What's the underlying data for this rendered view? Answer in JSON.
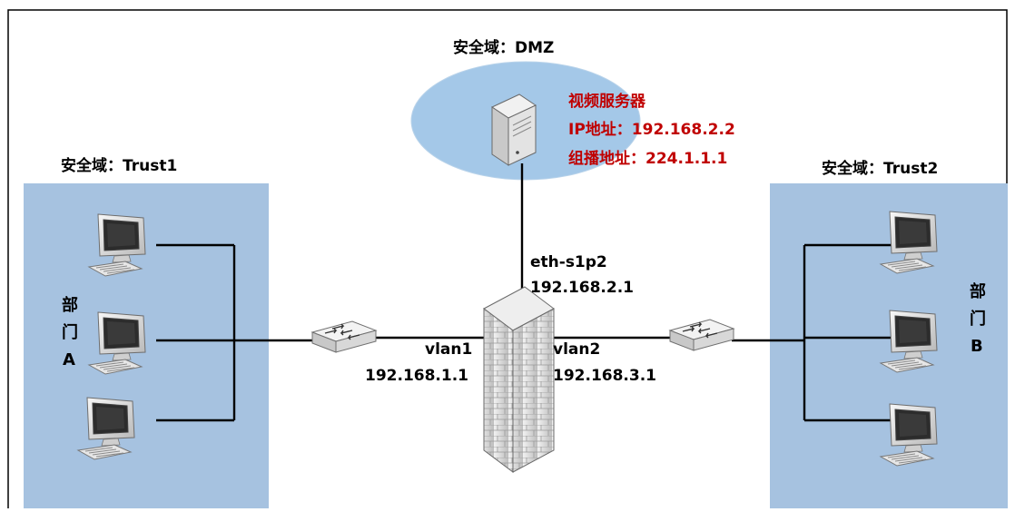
{
  "zones": {
    "dmz": "安全域：DMZ",
    "trust1": "安全域：Trust1",
    "trust2": "安全域：Trust2"
  },
  "server": {
    "name": "视频服务器",
    "ip": "IP地址：192.168.2.2",
    "multicast": "组播地址：224.1.1.1"
  },
  "firewall": {
    "dmz_port": "eth-s1p2",
    "dmz_ip": "192.168.2.1",
    "left_port": "vlan1",
    "left_ip": "192.168.1.1",
    "right_port": "vlan2",
    "right_ip": "192.168.3.1"
  },
  "departments": {
    "a_char1": "部",
    "a_char2": "门",
    "a_char3": "A",
    "b_char1": "部",
    "b_char2": "门",
    "b_char3": "B"
  },
  "colors": {
    "zone_fill": "#a6c2e0",
    "dmz_fill": "#a4c8e8",
    "server_text": "#c00000",
    "line": "#000000"
  }
}
